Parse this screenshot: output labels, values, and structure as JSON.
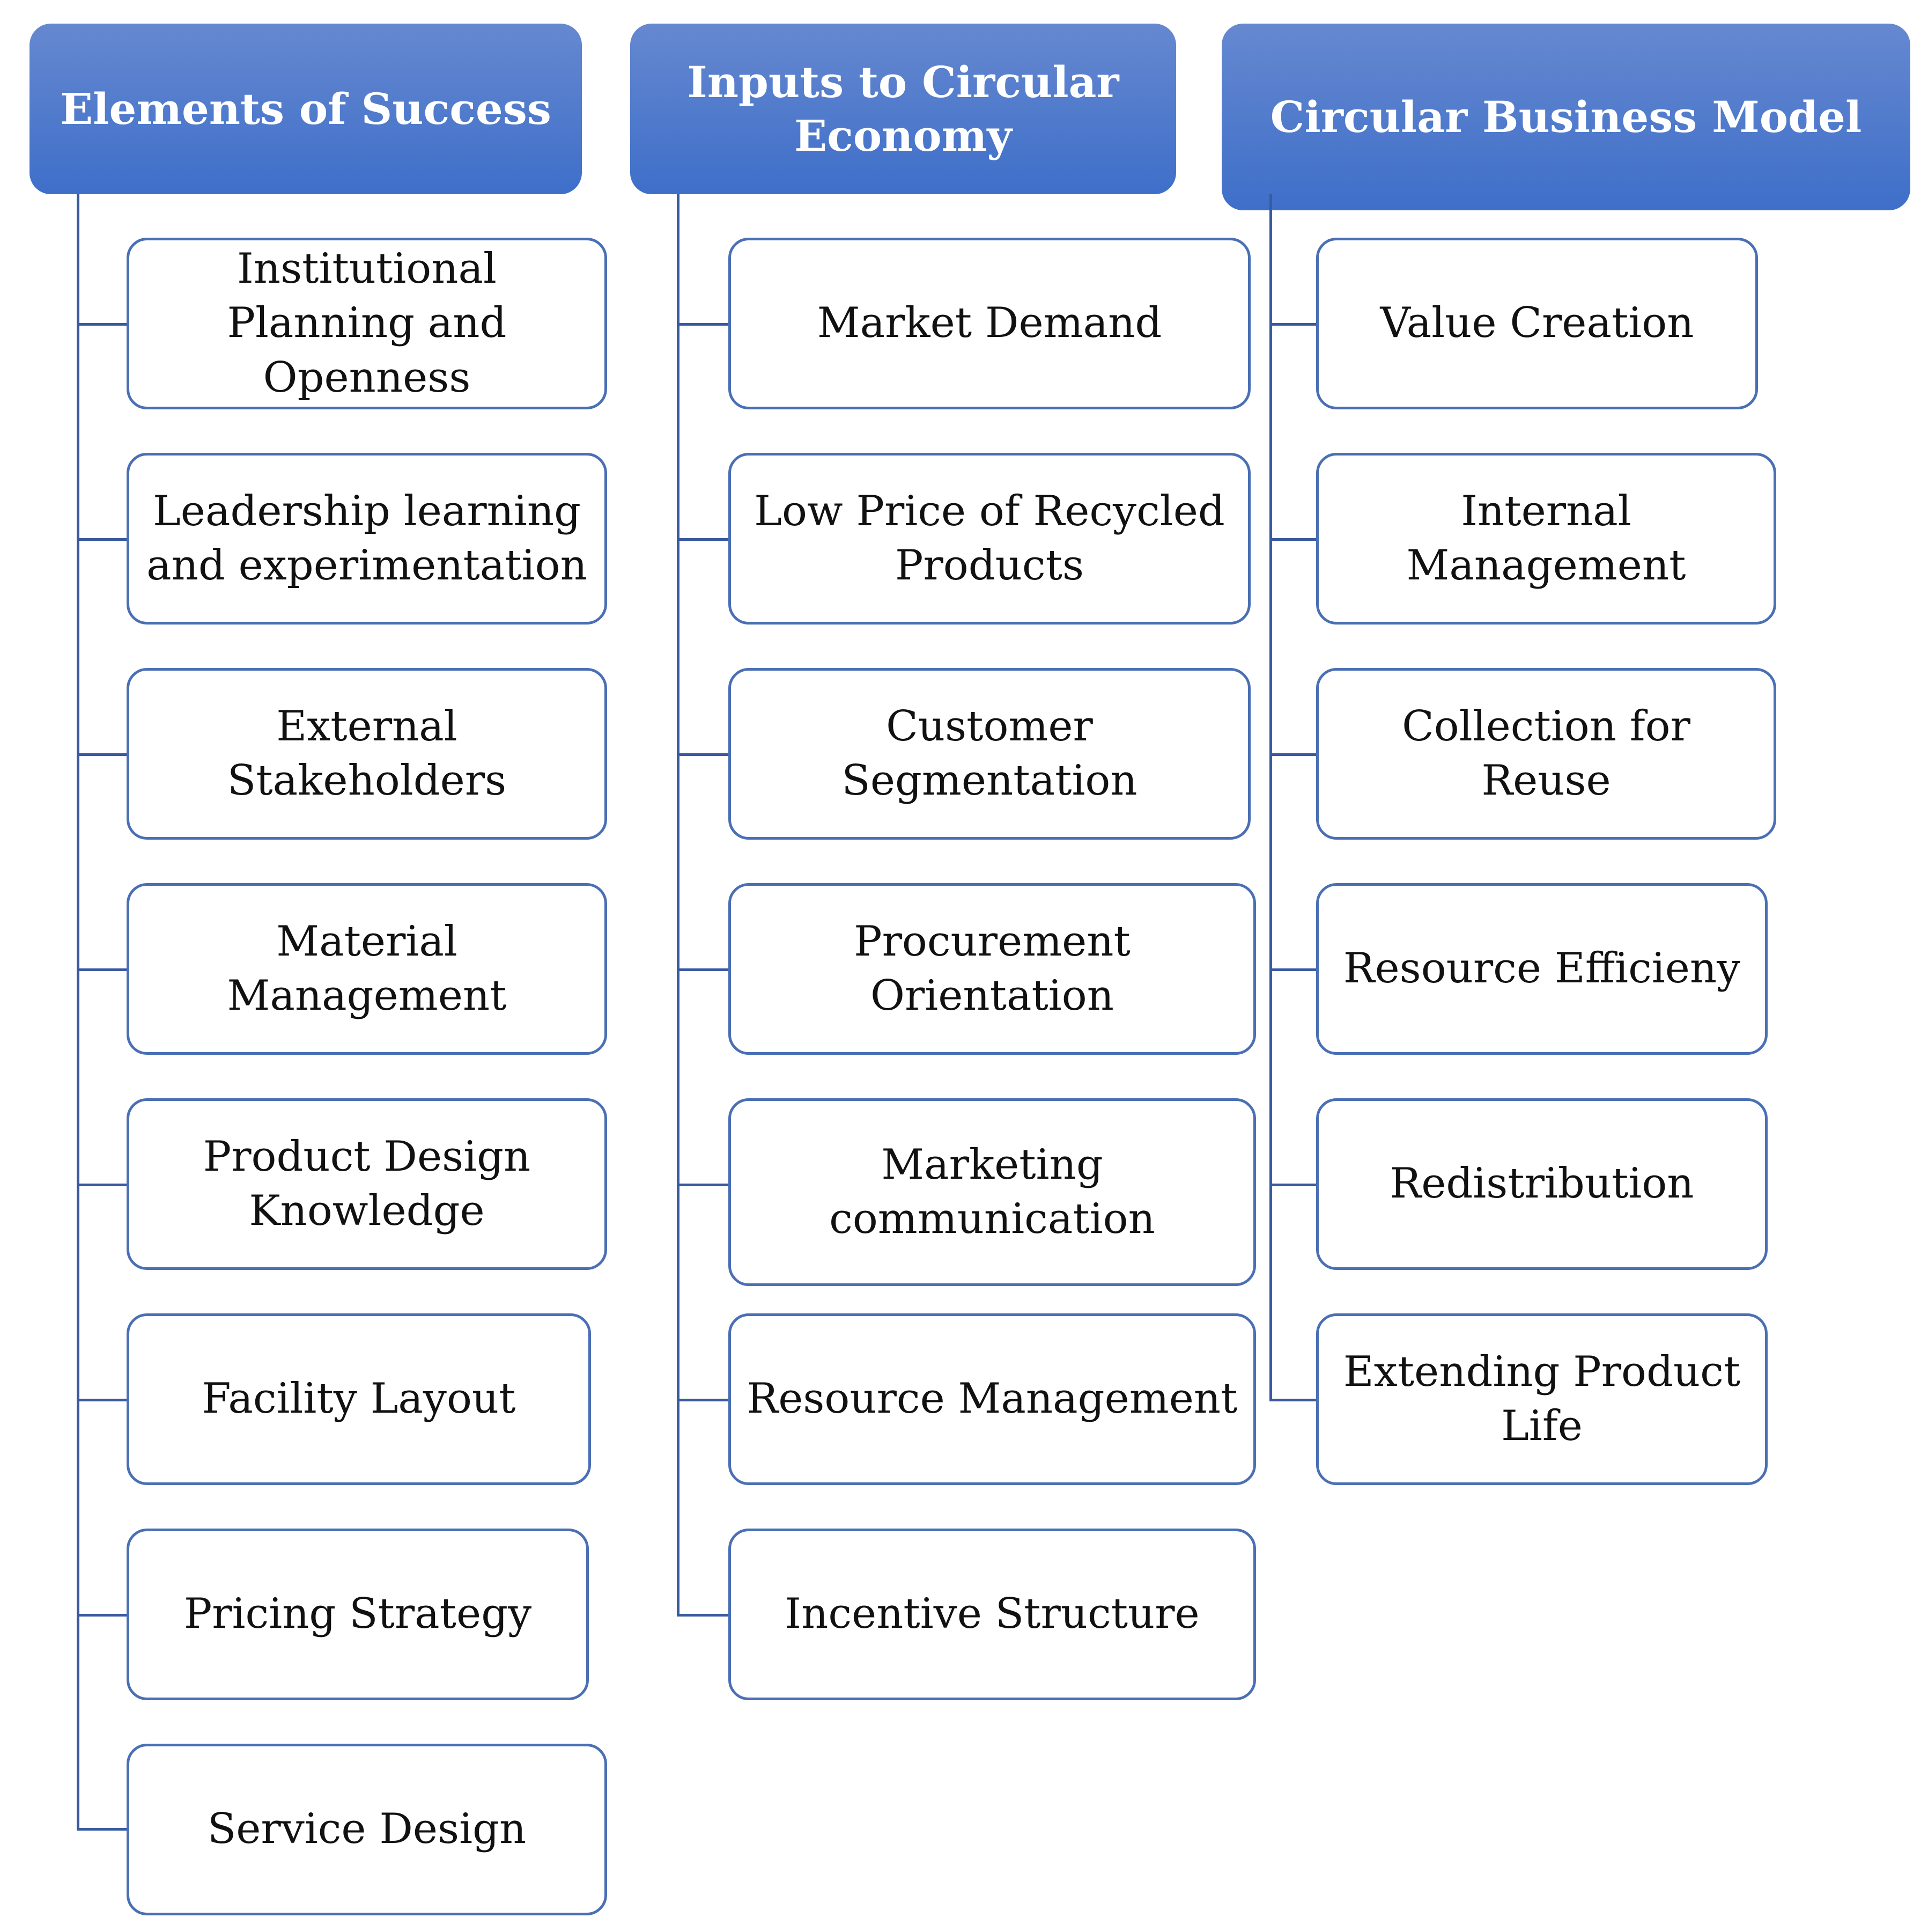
{
  "columns": [
    {
      "header": "Elements of Success",
      "items": [
        "Institutional Planning and Openness",
        "Leadership learning and experimentation",
        "External Stakeholders",
        "Material Management",
        "Product Design Knowledge",
        "Facility Layout",
        "Pricing Strategy",
        "Service Design"
      ]
    },
    {
      "header": "Inputs to Circular Economy",
      "items": [
        "Market Demand",
        "Low Price of Recycled Products",
        "Customer Segmentation",
        "Procurement Orientation",
        "Marketing communication",
        "Resource Management",
        "Incentive Structure"
      ]
    },
    {
      "header": "Circular Business Model",
      "items": [
        "Value Creation",
        "Internal Management",
        "Collection for Reuse",
        "Resource Efficieny",
        "Redistribution",
        "Extending Product Life"
      ]
    }
  ],
  "colors": {
    "header_top": "#6688d0",
    "header_bottom": "#3e6fc9",
    "box_border": "#4a6fb4",
    "connector": "#3a5aa0"
  }
}
